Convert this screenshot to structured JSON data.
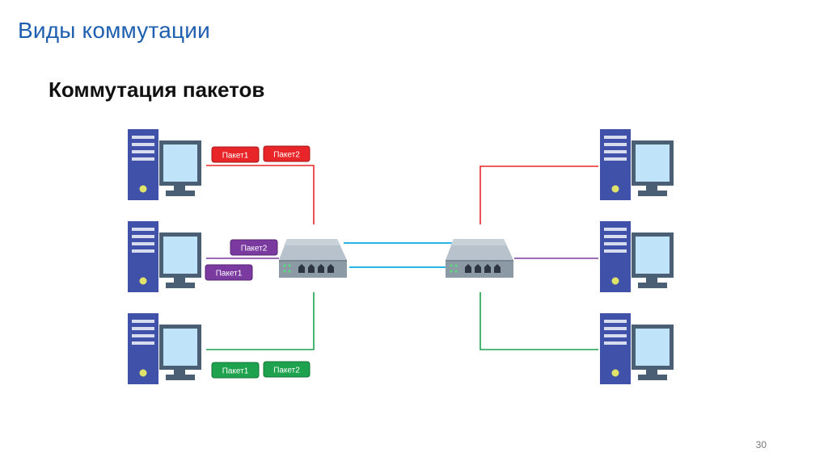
{
  "slide": {
    "title": "Виды коммутации",
    "subtitle": "Коммутация пакетов",
    "page_number": "30"
  },
  "colors": {
    "title": "#1f5fb0",
    "red": "#e8262a",
    "purple": "#7b3aa0",
    "green": "#1ea24e",
    "trunk": "#29b6e6",
    "computer_case": "#3f51a8",
    "monitor_screen": "#bfe3f8",
    "monitor_frame": "#4a5f73",
    "switch_body": "#8c9aa6"
  },
  "icons": {
    "computer": "desktop-computer-icon",
    "switch": "network-switch-icon"
  },
  "packets": {
    "red": [
      "Пакет1",
      "Пакет2"
    ],
    "purple_top": "Пакет2",
    "purple_bottom": "Пакет1",
    "green": [
      "Пакет1",
      "Пакет2"
    ]
  }
}
